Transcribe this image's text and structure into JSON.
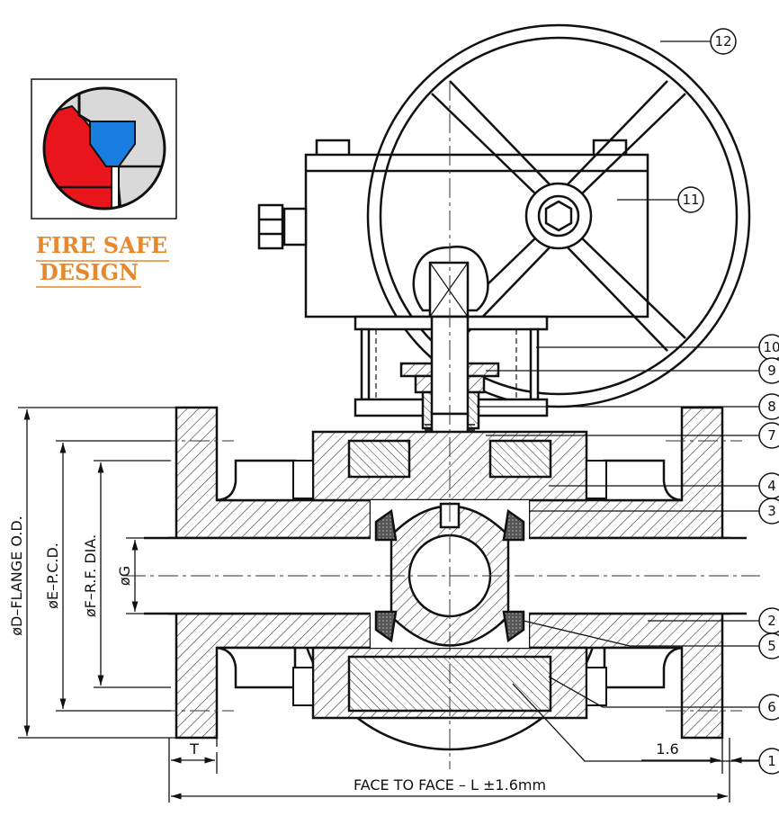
{
  "badge": {
    "line1": "FIRE SAFE",
    "line2": "DESIGN",
    "color": "#e8882a"
  },
  "colors": {
    "seat_blue": "#1a7de0",
    "seal_red": "#e8161c",
    "hatch": "#222222"
  },
  "callouts": [
    "1",
    "2",
    "3",
    "4",
    "5",
    "6",
    "7",
    "8",
    "9",
    "10",
    "11",
    "12"
  ],
  "dimensions": {
    "flange_od": "øD–FLANGE O.D.",
    "pcd": "øE–P.C.D.",
    "rf_dia": "øF–R.F. DIA.",
    "bore": "øG",
    "thickness": "T",
    "rf_height": "1.6",
    "face_to_face": "FACE TO FACE – L ±1.6mm"
  }
}
